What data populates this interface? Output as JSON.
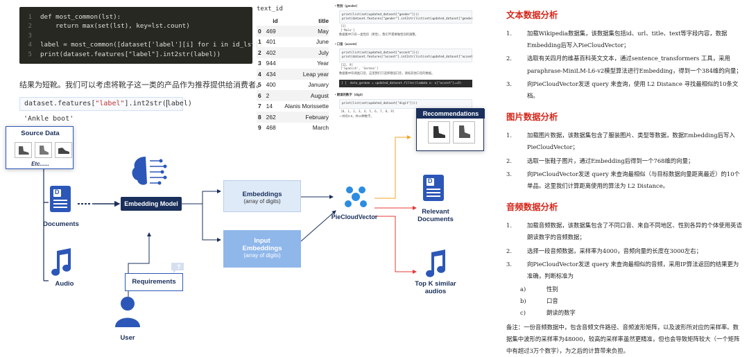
{
  "code": {
    "lines": [
      {
        "n": "1",
        "t": "def most_common(lst):"
      },
      {
        "n": "2",
        "t": "    return max(set(lst), key=lst.count)"
      },
      {
        "n": "3",
        "t": ""
      },
      {
        "n": "4",
        "t": "label = most_common([dataset['label'][i] for i in id_lst])"
      },
      {
        "n": "5",
        "t": "print(dataset.features[\"label\"].int2str(label))"
      }
    ]
  },
  "caption": "结果为短靴。我们可以考虑将靴子这一类的产品作为推荐提供给消费者。",
  "expr": {
    "pre": "dataset.features[",
    "str": "\"label\"",
    "post": "].int2str(",
    "cur": "l",
    "end": "abel)"
  },
  "expr_output": "'Ankle boot'",
  "table": {
    "name": "text_id",
    "headers": [
      "",
      "id",
      "title"
    ],
    "rows": [
      [
        "0",
        "469",
        "May"
      ],
      [
        "1",
        "401",
        "June"
      ],
      [
        "2",
        "402",
        "July"
      ],
      [
        "3",
        "944",
        "Year"
      ],
      [
        "4",
        "434",
        "Leap year"
      ],
      [
        "5",
        "400",
        "January"
      ],
      [
        "6",
        "2",
        "August"
      ],
      [
        "7",
        "14",
        "Alanis Morissette"
      ],
      [
        "8",
        "262",
        "February"
      ],
      [
        "9",
        "468",
        "March"
      ]
    ]
  },
  "notebook": {
    "sec1": "• 性别（gender）",
    "code1": "print(list(set(updated_dataset[\"gender\"])))\nprint(dataset.features[\"gender\"].int2str(list(set(updated_dataset[\"gender\"]))))",
    "out1": "[1]\n['Male']",
    "txt1": "数据集中只有一类性别（男性），我们不需要做性别的调整。",
    "sec2": "• 口音（accent）",
    "code2": "print(list(set(updated_dataset[\"accent\"])))\nprint(dataset.features[\"accent\"].int2str(list(set(updated_dataset[\"accent\"]))))",
    "out2": "[12, 9]\n['Spanish', 'German']",
    "txt2": "数据集中有两类口音，这里我们只选择德国口音，请按其他口音的数据。",
    "code3": "[ ]  data_german = updated_dataset.filter(lambda x: x[\"accent\"]==9)",
    "sec3": "• 朗读的数字（digit）",
    "code4": "print(list(set(updated_dataset[\"digit\"])))",
    "out4": "[0, 1, 2, 3, 4, 5, 6, 7, 8, 9]",
    "txt4": "一共有0-9，共10种数字。"
  },
  "diagram": {
    "source_data": "Source Data",
    "etc": "Etc......",
    "documents": "Documents",
    "audio": "Audio",
    "embedding_model": "Embedding Model",
    "embeddings": "Embeddings",
    "embeddings_sub": "(array of digits)",
    "input_embeddings": "Input\nEmbeddings",
    "input_embeddings_sub": "(array of digits)",
    "requirements": "Requirements",
    "user": "User",
    "piecloud": "PieCloudVector",
    "recommendations": "Recommendations",
    "relevant_docs": "Relevant\nDocuments",
    "topk": "Top K similar\naudios",
    "doc_letter": "D",
    "colors": {
      "navy": "#1a2f5b",
      "blue": "#2c57b8",
      "orange": "#f5a623",
      "red": "#e53935",
      "green": "#3ab36b",
      "light": "#dfeaf8",
      "lightblue": "#8fb7ea"
    }
  },
  "right": {
    "s1_title": "文本数据分析",
    "s1_items": [
      {
        "n": "1.",
        "t": "加载Wikipedia数据集，该数据集包括id、url、title、text等字段内容，数据Embedding后写入PieCloudVector；"
      },
      {
        "n": "2.",
        "t": "选取有关四月的维基百科英文文本，通过sentence_transformers 工具，采用 paraphrase-MiniLM-L6-v2模型算法进行Embedding，得到一个384维的向量；"
      },
      {
        "n": "3.",
        "t": "向PieCloudVector发送 query 来查询，使用 L2 Distance 寻找最相似的10条文档。"
      }
    ],
    "s2_title": "图片数据分析",
    "s2_items": [
      {
        "n": "1.",
        "t": "加载图片数据，该数据集包含了服装图片、类型等数据，数据Embedding后写入PieCloudVector；"
      },
      {
        "n": "2.",
        "t": "选取一张鞋子图片，通过Embedding后得到一个768维的向量；"
      },
      {
        "n": "3.",
        "t": "向PieCloudVector发送 query 来查询最相似（与目标数据向量距离最近）的10个单品。这里我们计算距离使用的算法为 L2 Distance。"
      }
    ],
    "s3_title": "音频数据分析",
    "s3_items": [
      {
        "n": "1.",
        "t": "加载音频数据，该数据集包含了不同口音、来自不同地区、性别各异的个体使用英语朗读数字的音频数据；"
      },
      {
        "n": "2.",
        "t": "选择一段音频数据，采样率为4000，音频向量的长度在3000左右；"
      },
      {
        "n": "3.",
        "t": "向PieCloudVector发送 query 来查询最相似的音频，采用IP算法返回的结果更为准确，判断标准为"
      }
    ],
    "s3_sub": [
      {
        "n": "a)",
        "t": "性别"
      },
      {
        "n": "b)",
        "t": "口音"
      },
      {
        "n": "c)",
        "t": "朗读的数字"
      }
    ],
    "note": "备注：一份音频数据中，包含音频文件路径、音频波形矩阵，以及波形所对应的采样率。数据集中波形的采样率为48000，较高的采样率虽然更精准，但也会导致矩阵较大（一个矩阵中有超过3万个数字），为之后的计算带来负担。"
  }
}
